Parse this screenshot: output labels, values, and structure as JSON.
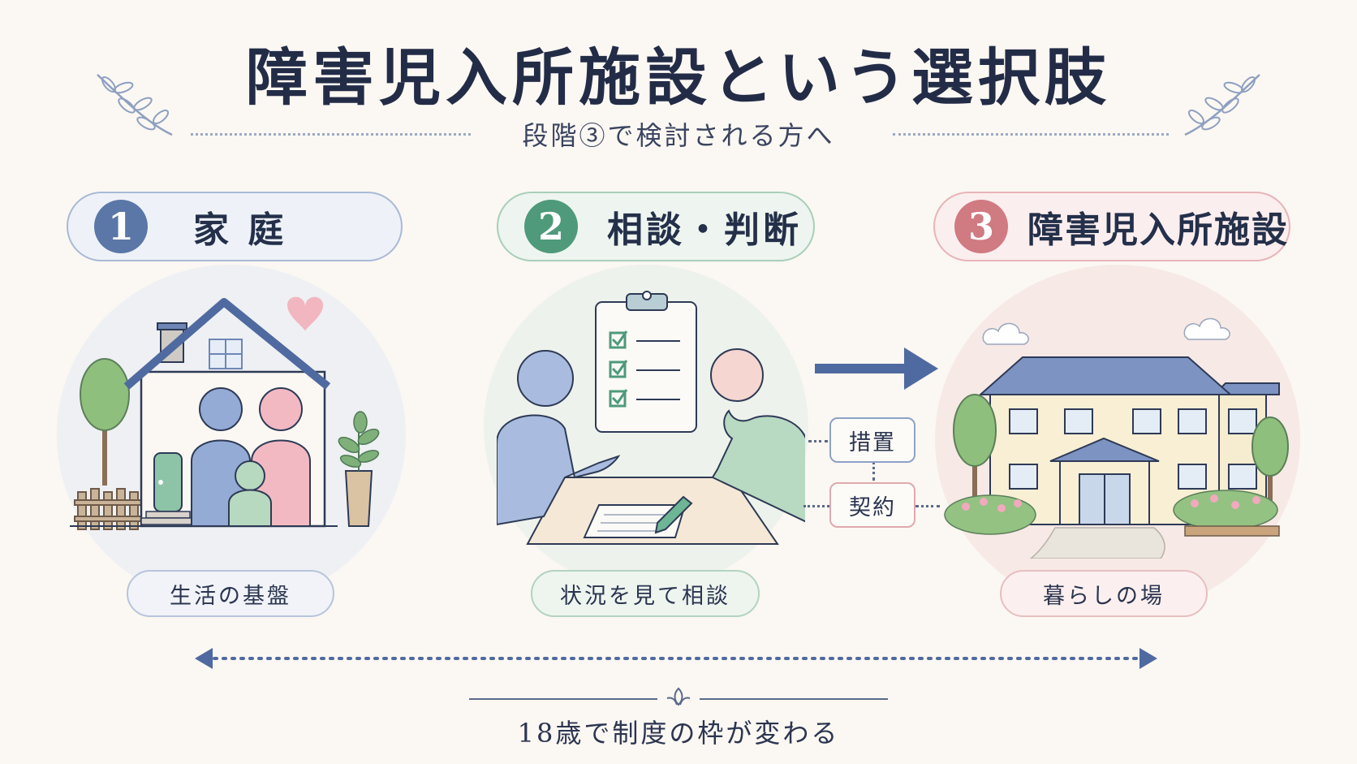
{
  "title": "障害児入所施設という選択肢",
  "subtitle": "段階③で検討される方へ",
  "steps": [
    {
      "number": "1",
      "label": "家 庭",
      "caption": "生活の基盤",
      "color": "#5a77a8"
    },
    {
      "number": "2",
      "label": "相談・判断",
      "caption": "状況を見て相談",
      "color": "#4e9a7a"
    },
    {
      "number": "3",
      "label": "障害児入所施設",
      "caption": "暮らしの場",
      "color": "#d07a82"
    }
  ],
  "tags": {
    "measure": "措置",
    "contract": "契約"
  },
  "footer": "18歳で制度の枠が変わる",
  "icons": [
    "leaf-sprig-icon",
    "heart-icon",
    "house-icon",
    "family-icon",
    "clipboard-icon",
    "consultation-icon",
    "arrow-right-icon",
    "facility-building-icon",
    "cloud-icon",
    "tree-icon",
    "flower-bush-icon",
    "double-arrow-icon"
  ],
  "colors": {
    "blue": "#5a77a8",
    "green": "#4e9a7a",
    "pink": "#d07a82",
    "background": "#fbf7f2"
  }
}
